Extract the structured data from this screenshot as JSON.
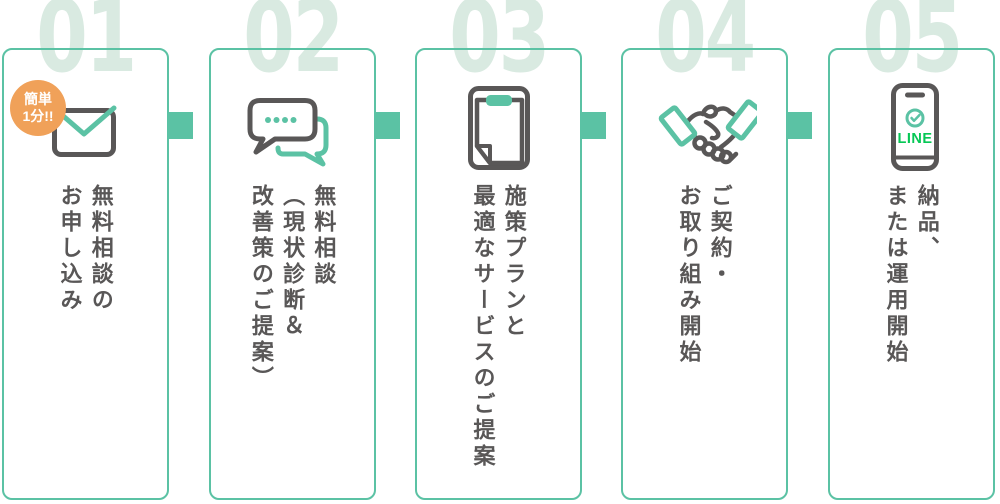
{
  "colors": {
    "accent_teal": "#5BC2A4",
    "number_mint": "#D9EAE1",
    "text_gray": "#595757",
    "badge_orange": "#F0A159",
    "line_green": "#06C755",
    "card_background": "#ffffff"
  },
  "steps": [
    {
      "number": "01",
      "badge": "簡単\n1分!!",
      "icon": "envelope-icon",
      "label": "無料相談の\nお申し込み"
    },
    {
      "number": "02",
      "icon": "chat-bubbles-icon",
      "label": "無料相談\n（現状診断＆\n改善策のご提案）"
    },
    {
      "number": "03",
      "icon": "document-icon",
      "label": "施策プランと\n最適なサービスのご提案"
    },
    {
      "number": "04",
      "icon": "handshake-icon",
      "label": "ご契約・\nお取り組み開始"
    },
    {
      "number": "05",
      "icon": "smartphone-line-icon",
      "label": "納品、\nまたは運用開始",
      "phone_label": "LINE"
    }
  ]
}
